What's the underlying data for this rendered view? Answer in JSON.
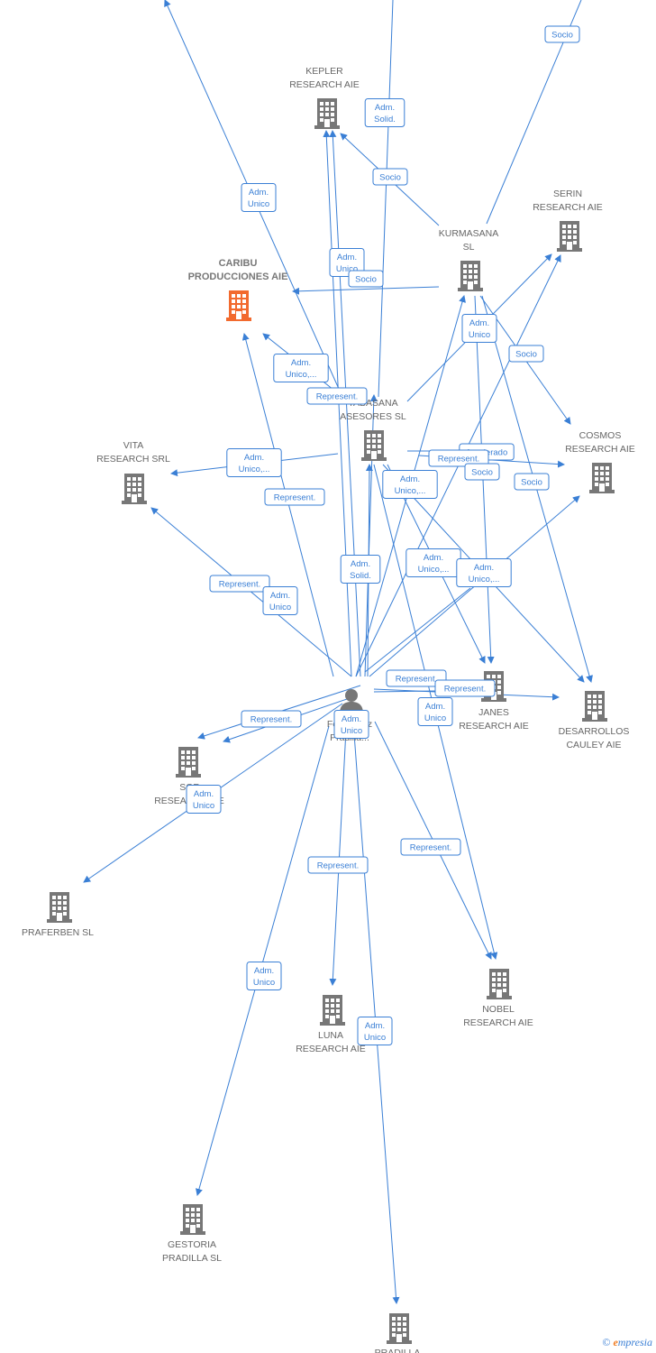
{
  "colors": {
    "edge": "#3a7fd5",
    "building": "#777777",
    "highlight": "#f26a2e"
  },
  "nodes": [
    {
      "id": "kepler",
      "label": [
        "KEPLER",
        "RESEARCH AIE"
      ]
    },
    {
      "id": "caribu",
      "label": [
        "CARIBU",
        "PRODUCCIONES AIE"
      ],
      "highlight": true
    },
    {
      "id": "kurmasana",
      "label": [
        "KURMASANA",
        "SL"
      ]
    },
    {
      "id": "serin",
      "label": [
        "SERIN",
        "RESEARCH AIE"
      ]
    },
    {
      "id": "tabasana",
      "label": [
        "TABASANA",
        "ASESORES  SL"
      ]
    },
    {
      "id": "cosmos",
      "label": [
        "COSMOS",
        "RESEARCH AIE"
      ]
    },
    {
      "id": "vita",
      "label": [
        "VITA",
        "RESEARCH SRL"
      ]
    },
    {
      "id": "janes",
      "label": [
        "JANES",
        "RESEARCH AIE"
      ]
    },
    {
      "id": "desarrollos",
      "label": [
        "DESARROLLOS",
        "CAULEY AIE"
      ]
    },
    {
      "id": "person",
      "label": [
        "Fernandez",
        "Pradilla..."
      ],
      "person": true
    },
    {
      "id": "sof",
      "label": [
        "SOF",
        "RESEARCH AIE"
      ]
    },
    {
      "id": "praferben",
      "label": [
        "PRAFERBEN SL"
      ]
    },
    {
      "id": "nobel",
      "label": [
        "NOBEL",
        "RESEARCH AIE"
      ]
    },
    {
      "id": "luna",
      "label": [
        "LUNA",
        "RESEARCH AIE"
      ]
    },
    {
      "id": "gestoria",
      "label": [
        "GESTORIA",
        "PRADILLA SL"
      ]
    },
    {
      "id": "pradilla",
      "label": [
        "PRADILLA"
      ]
    }
  ],
  "edge_labels": [
    {
      "id": "e1",
      "text": [
        "Socio"
      ]
    },
    {
      "id": "e2",
      "text": [
        "Adm.",
        "Solid."
      ]
    },
    {
      "id": "e3",
      "text": [
        "Socio"
      ]
    },
    {
      "id": "e4",
      "text": [
        "Adm.",
        "Unico"
      ]
    },
    {
      "id": "e5",
      "text": [
        "Adm.",
        "Unico"
      ]
    },
    {
      "id": "e6",
      "text": [
        "Socio"
      ]
    },
    {
      "id": "e7",
      "text": [
        "Adm.",
        "Unico"
      ]
    },
    {
      "id": "e8",
      "text": [
        "Socio"
      ]
    },
    {
      "id": "e9",
      "text": [
        "Adm.",
        "Unico,..."
      ]
    },
    {
      "id": "e10",
      "text": [
        "Represent."
      ]
    },
    {
      "id": "e11",
      "text": [
        "Adm.",
        "Unico,..."
      ]
    },
    {
      "id": "e12",
      "text": [
        "Represent."
      ]
    },
    {
      "id": "e13",
      "text": [
        "Apoderado"
      ]
    },
    {
      "id": "e14",
      "text": [
        "Represent."
      ]
    },
    {
      "id": "e15",
      "text": [
        "Socio"
      ]
    },
    {
      "id": "e16",
      "text": [
        "Adm.",
        "Unico,..."
      ]
    },
    {
      "id": "e17",
      "text": [
        "Socio"
      ]
    },
    {
      "id": "e18",
      "text": [
        "Adm.",
        "Unico,..."
      ]
    },
    {
      "id": "e19",
      "text": [
        "Adm.",
        "Solid."
      ]
    },
    {
      "id": "e20",
      "text": [
        "Represent."
      ]
    },
    {
      "id": "e21",
      "text": [
        "Adm.",
        "Unico"
      ]
    },
    {
      "id": "e22",
      "text": [
        "Adm.",
        "Unico,..."
      ]
    },
    {
      "id": "e23",
      "text": [
        "Represent."
      ]
    },
    {
      "id": "e24",
      "text": [
        "Represent."
      ]
    },
    {
      "id": "e25",
      "text": [
        "Adm.",
        "Unico"
      ]
    },
    {
      "id": "e26",
      "text": [
        "Represent."
      ]
    },
    {
      "id": "e27",
      "text": [
        "Adm.",
        "Unico"
      ]
    },
    {
      "id": "e28",
      "text": [
        "Adm.",
        "Unico"
      ]
    },
    {
      "id": "e29",
      "text": [
        "Represent."
      ]
    },
    {
      "id": "e30",
      "text": [
        "Represent."
      ]
    },
    {
      "id": "e31",
      "text": [
        "Adm.",
        "Unico"
      ]
    },
    {
      "id": "e32",
      "text": [
        "Adm.",
        "Unico"
      ]
    }
  ],
  "footer": {
    "copyright": "©",
    "brand_initial": "e",
    "brand_rest": "mpresia"
  }
}
